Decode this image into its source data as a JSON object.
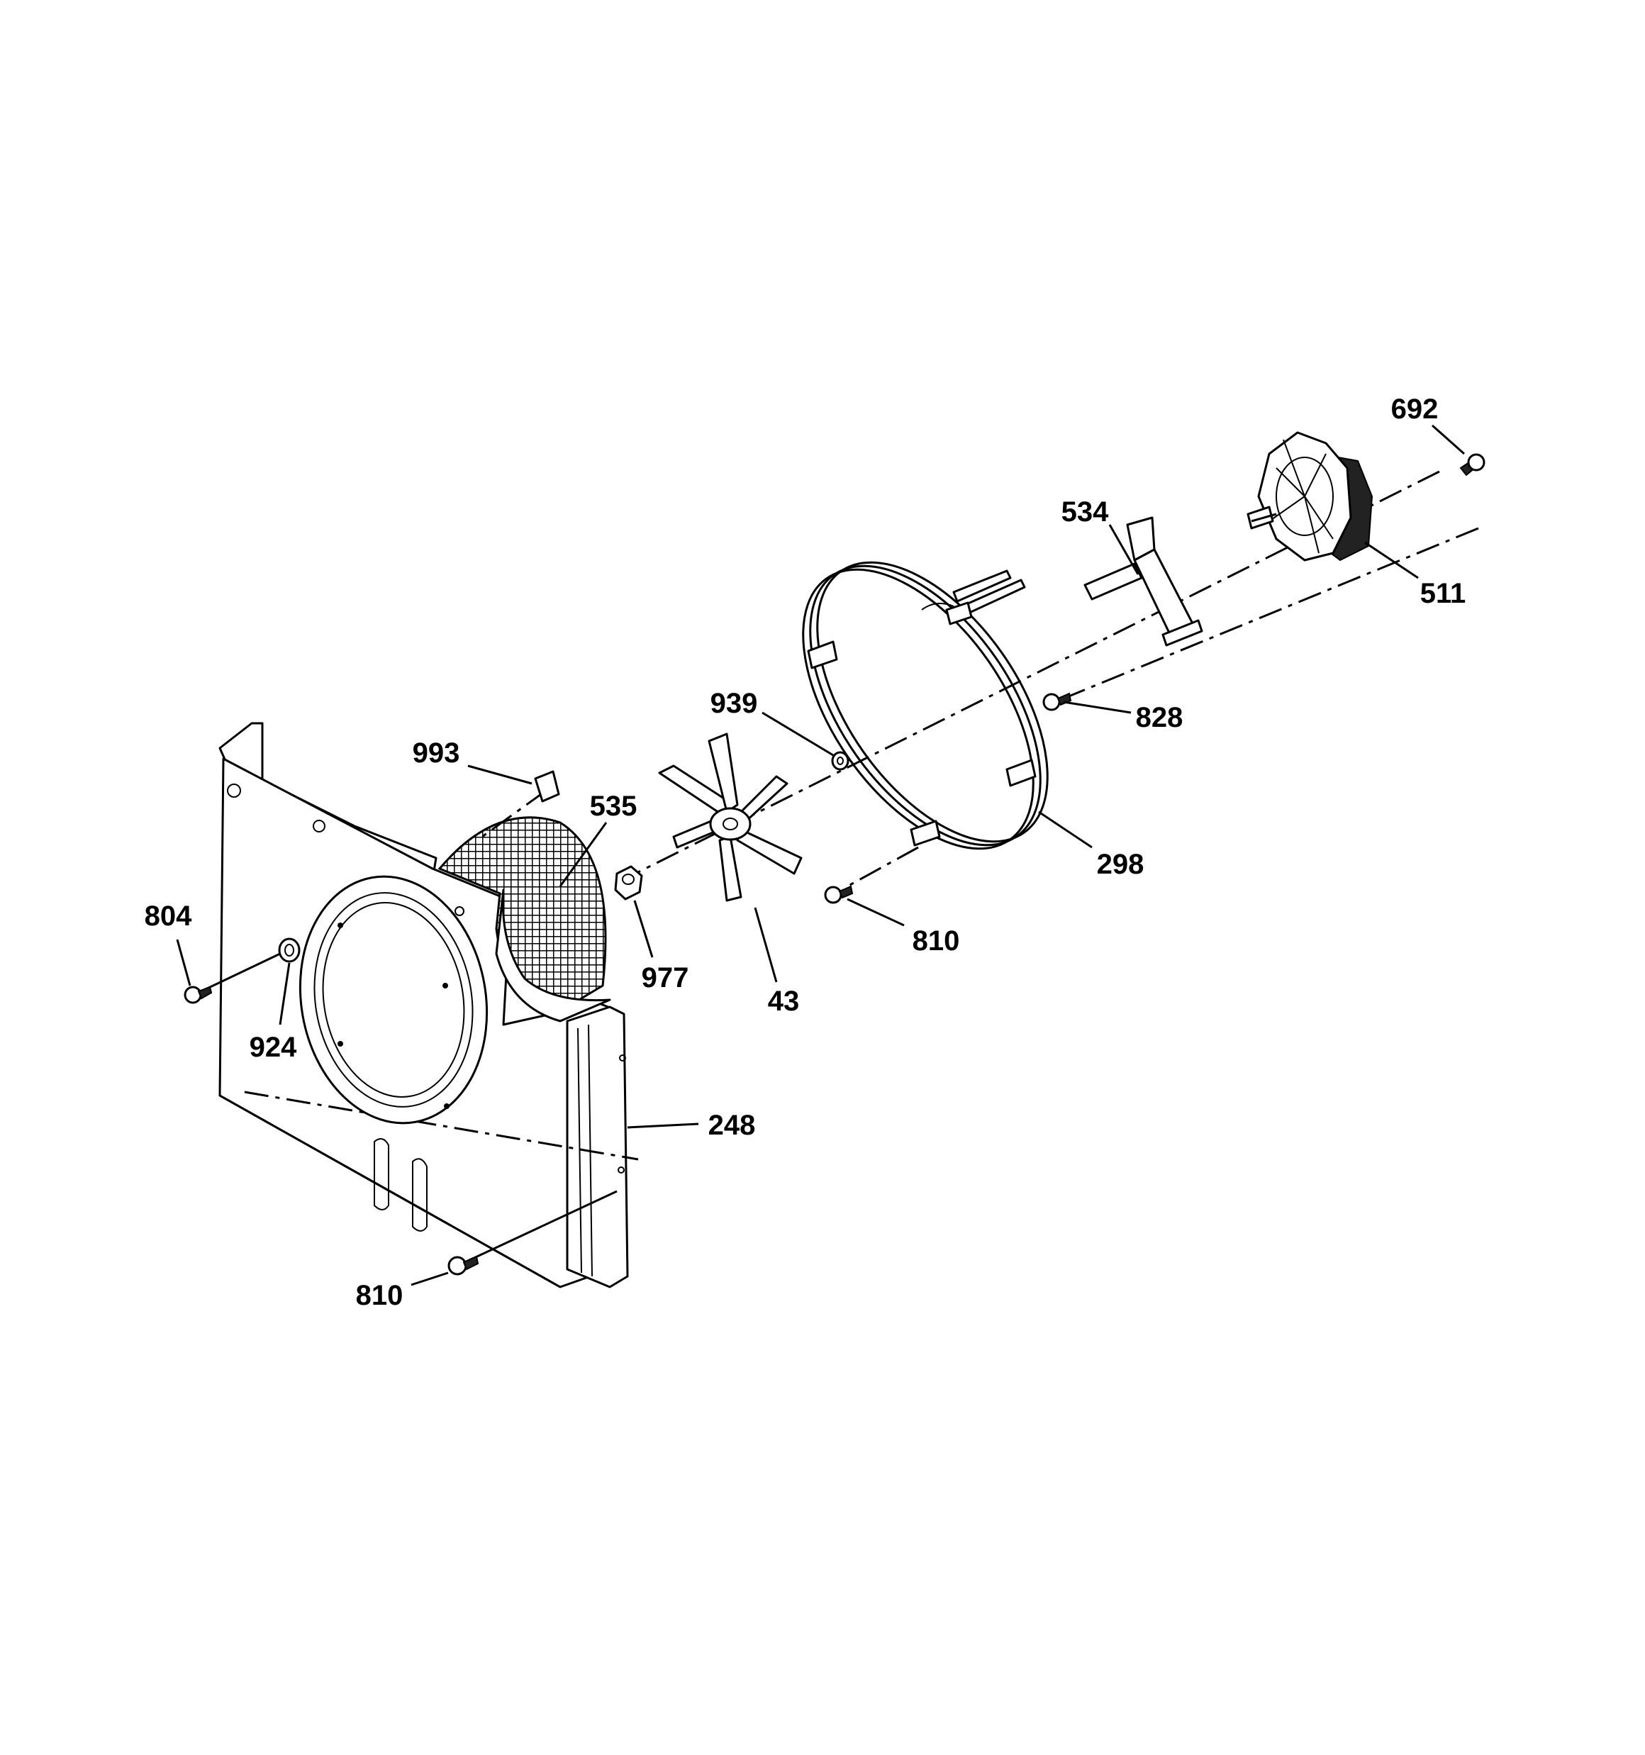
{
  "callouts": [
    {
      "id": "692",
      "text": "692"
    },
    {
      "id": "534",
      "text": "534"
    },
    {
      "id": "511",
      "text": "511"
    },
    {
      "id": "939",
      "text": "939"
    },
    {
      "id": "828",
      "text": "828"
    },
    {
      "id": "993",
      "text": "993"
    },
    {
      "id": "535",
      "text": "535"
    },
    {
      "id": "298",
      "text": "298"
    },
    {
      "id": "804",
      "text": "804"
    },
    {
      "id": "810a",
      "text": "810"
    },
    {
      "id": "977",
      "text": "977"
    },
    {
      "id": "43",
      "text": "43"
    },
    {
      "id": "924",
      "text": "924"
    },
    {
      "id": "248",
      "text": "248"
    },
    {
      "id": "810b",
      "text": "810"
    }
  ]
}
